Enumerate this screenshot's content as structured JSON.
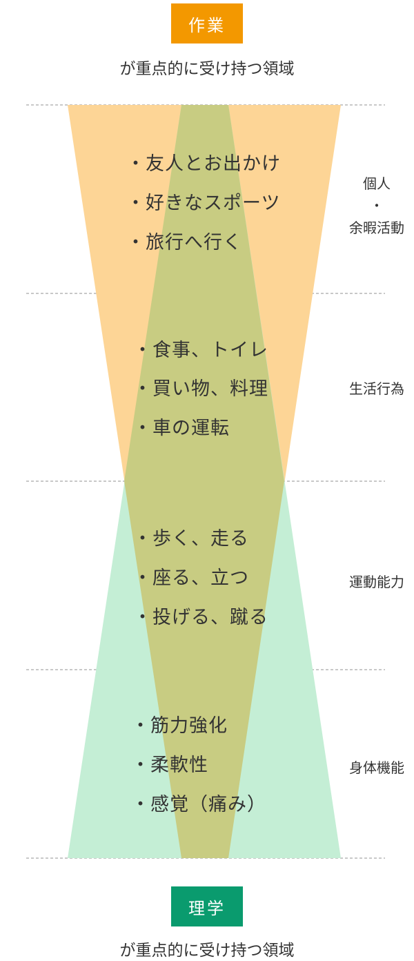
{
  "top": {
    "badge": "作業",
    "caption": "が重点的に受け持つ領域"
  },
  "bottom": {
    "badge": "理学",
    "caption": "が重点的に受け持つ領域"
  },
  "levels": [
    {
      "label_lines": [
        "個人",
        "・",
        "余暇活動"
      ],
      "items": [
        "・友人とお出かけ",
        "・好きなスポーツ",
        "・旅行へ行く"
      ]
    },
    {
      "label_lines": [
        "生活行為"
      ],
      "items": [
        "・食事、トイレ",
        "・買い物、料理",
        "・車の運転"
      ]
    },
    {
      "label_lines": [
        "運動能力"
      ],
      "items": [
        "・歩く、走る",
        "・座る、立つ",
        "・投げる、蹴る"
      ]
    },
    {
      "label_lines": [
        "身体機能"
      ],
      "items": [
        "・筋力強化",
        "・柔軟性",
        "・感覚（痛み）"
      ]
    }
  ],
  "colors": {
    "top_accent": "#f39800",
    "bottom_accent": "#0a9b6e",
    "top_region": "#fdd596",
    "bottom_region": "#c4eed5",
    "overlap_region": "#c8cc82"
  }
}
